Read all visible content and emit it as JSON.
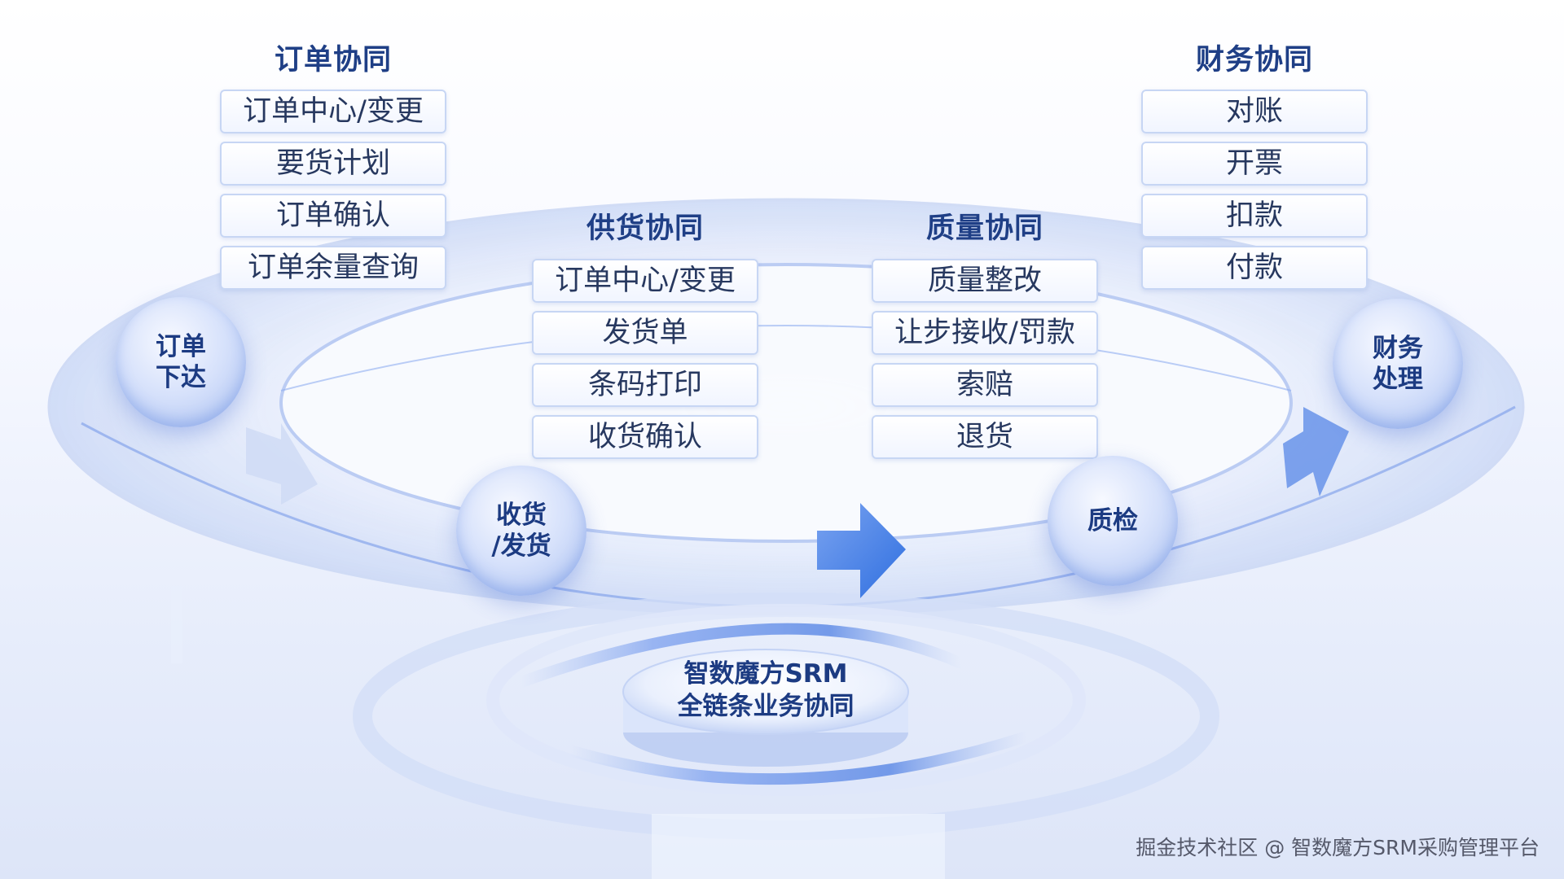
{
  "groups": {
    "order": {
      "title": "订单协同",
      "items": [
        "订单中心/变更",
        "要货计划",
        "订单确认",
        "订单余量查询"
      ]
    },
    "supply": {
      "title": "供货协同",
      "items": [
        "订单中心/变更",
        "发货单",
        "条码打印",
        "收货确认"
      ]
    },
    "quality": {
      "title": "质量协同",
      "items": [
        "质量整改",
        "让步接收/罚款",
        "索赔",
        "退货"
      ]
    },
    "finance": {
      "title": "财务协同",
      "items": [
        "对账",
        "开票",
        "扣款",
        "付款"
      ]
    }
  },
  "nodes": {
    "order_issue": "订单\n下达",
    "receive_ship": "收货\n/发货",
    "inspection": "质检",
    "finance_process": "财务\n处理"
  },
  "center": {
    "line1": "智数魔方SRM",
    "line2": "全链条业务协同"
  },
  "footer": "掘金技术社区 @ 智数魔方SRM采购管理平台",
  "colors": {
    "accent": "#2f6fe0",
    "title": "#1f3f86",
    "ring": "#cfdbf6"
  }
}
